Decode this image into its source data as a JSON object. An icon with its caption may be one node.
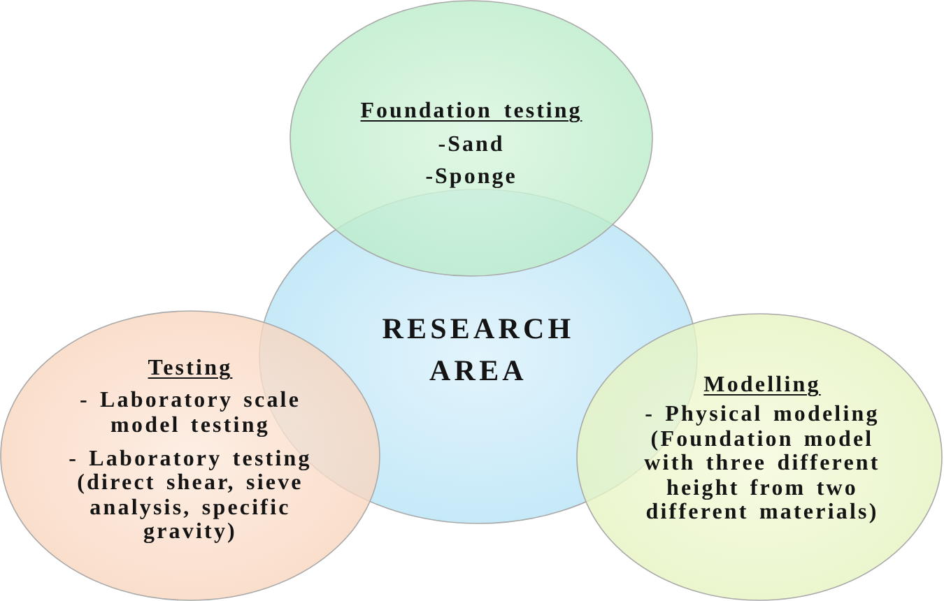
{
  "diagram": {
    "nodes": [
      {
        "text": [
          "Foundation testing",
          "-Sand",
          "-Sponge"
        ]
      },
      {
        "text": [
          "RESEARCH AREA"
        ]
      },
      {
        "text": [
          "Testing",
          "- Laboratory scale model testing",
          "- Laboratory testing (direct shear, sieve analysis, specific gravity)"
        ]
      },
      {
        "text": [
          "Modelling",
          "- Physical modeling (Foundation model with three different height from two different materials)"
        ]
      }
    ]
  }
}
